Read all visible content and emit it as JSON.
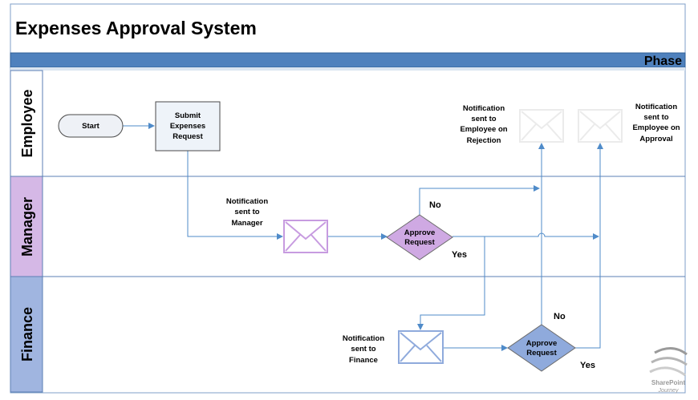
{
  "title": "Expenses Approval System",
  "phase_label": "Phase",
  "lanes": {
    "employee": "Employee",
    "manager": "Manager",
    "finance": "Finance"
  },
  "nodes": {
    "start": "Start",
    "submit": [
      "Submit",
      "Expenses",
      "Request"
    ],
    "notif_manager": [
      "Notification",
      "sent to",
      "Manager"
    ],
    "approve_manager": [
      "Approve",
      "Request"
    ],
    "notif_rejection": [
      "Notification",
      "sent to",
      "Employee on",
      "Rejection"
    ],
    "notif_approval": [
      "Notification",
      "sent to",
      "Employee on",
      "Approval"
    ],
    "notif_finance": [
      "Notification",
      "sent to",
      "Finance"
    ],
    "approve_finance": [
      "Approve",
      "Request"
    ]
  },
  "edge_labels": {
    "manager_no": "No",
    "manager_yes": "Yes",
    "finance_no": "No",
    "finance_yes": "Yes"
  },
  "logo": [
    "SharePoint",
    "Journey"
  ],
  "colors": {
    "phase_bar": "#4f81bd",
    "employee_lane": "#ffffff",
    "manager_lane": "#d5b8e6",
    "finance_lane": "#a0b5e0",
    "flow_line": "#4f8bc9",
    "manager_diamond": "#cfa9e3",
    "finance_diamond": "#8faadc"
  }
}
